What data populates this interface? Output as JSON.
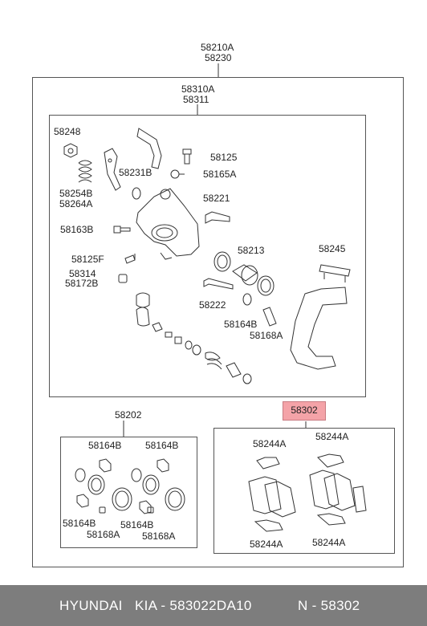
{
  "top": {
    "code1": "58210A",
    "code2": "58230"
  },
  "caliper": {
    "code1": "58310A",
    "code2": "58311"
  },
  "parts": {
    "p58248": "58248",
    "p58125": "58125",
    "p58231b": "58231B",
    "p58165a": "58165A",
    "p58254b": "58254B",
    "p58264a": "58264A",
    "p58221": "58221",
    "p58163b": "58163B",
    "p58125f": "58125F",
    "p58213": "58213",
    "p58245": "58245",
    "p58314": "58314",
    "p58172b": "58172B",
    "p58222": "58222",
    "p58164b": "58164B",
    "p58168a": "58168A"
  },
  "kit": {
    "title": "58202",
    "l1": "58164B",
    "l2": "58164B",
    "l3": "58164B",
    "l4": "58168A",
    "l5": "58164B",
    "l6": "58168A"
  },
  "pads": {
    "title": "58302",
    "l1": "58244A",
    "l2": "58244A",
    "l3": "58244A",
    "l4": "58244A"
  },
  "footer": {
    "brand": "HYUNDAI",
    "part": "KIA - 583022DA10",
    "ref": "N - 58302"
  },
  "colors": {
    "highlight": "#f4a3a8",
    "footer_bg": "#7d7d7d"
  }
}
